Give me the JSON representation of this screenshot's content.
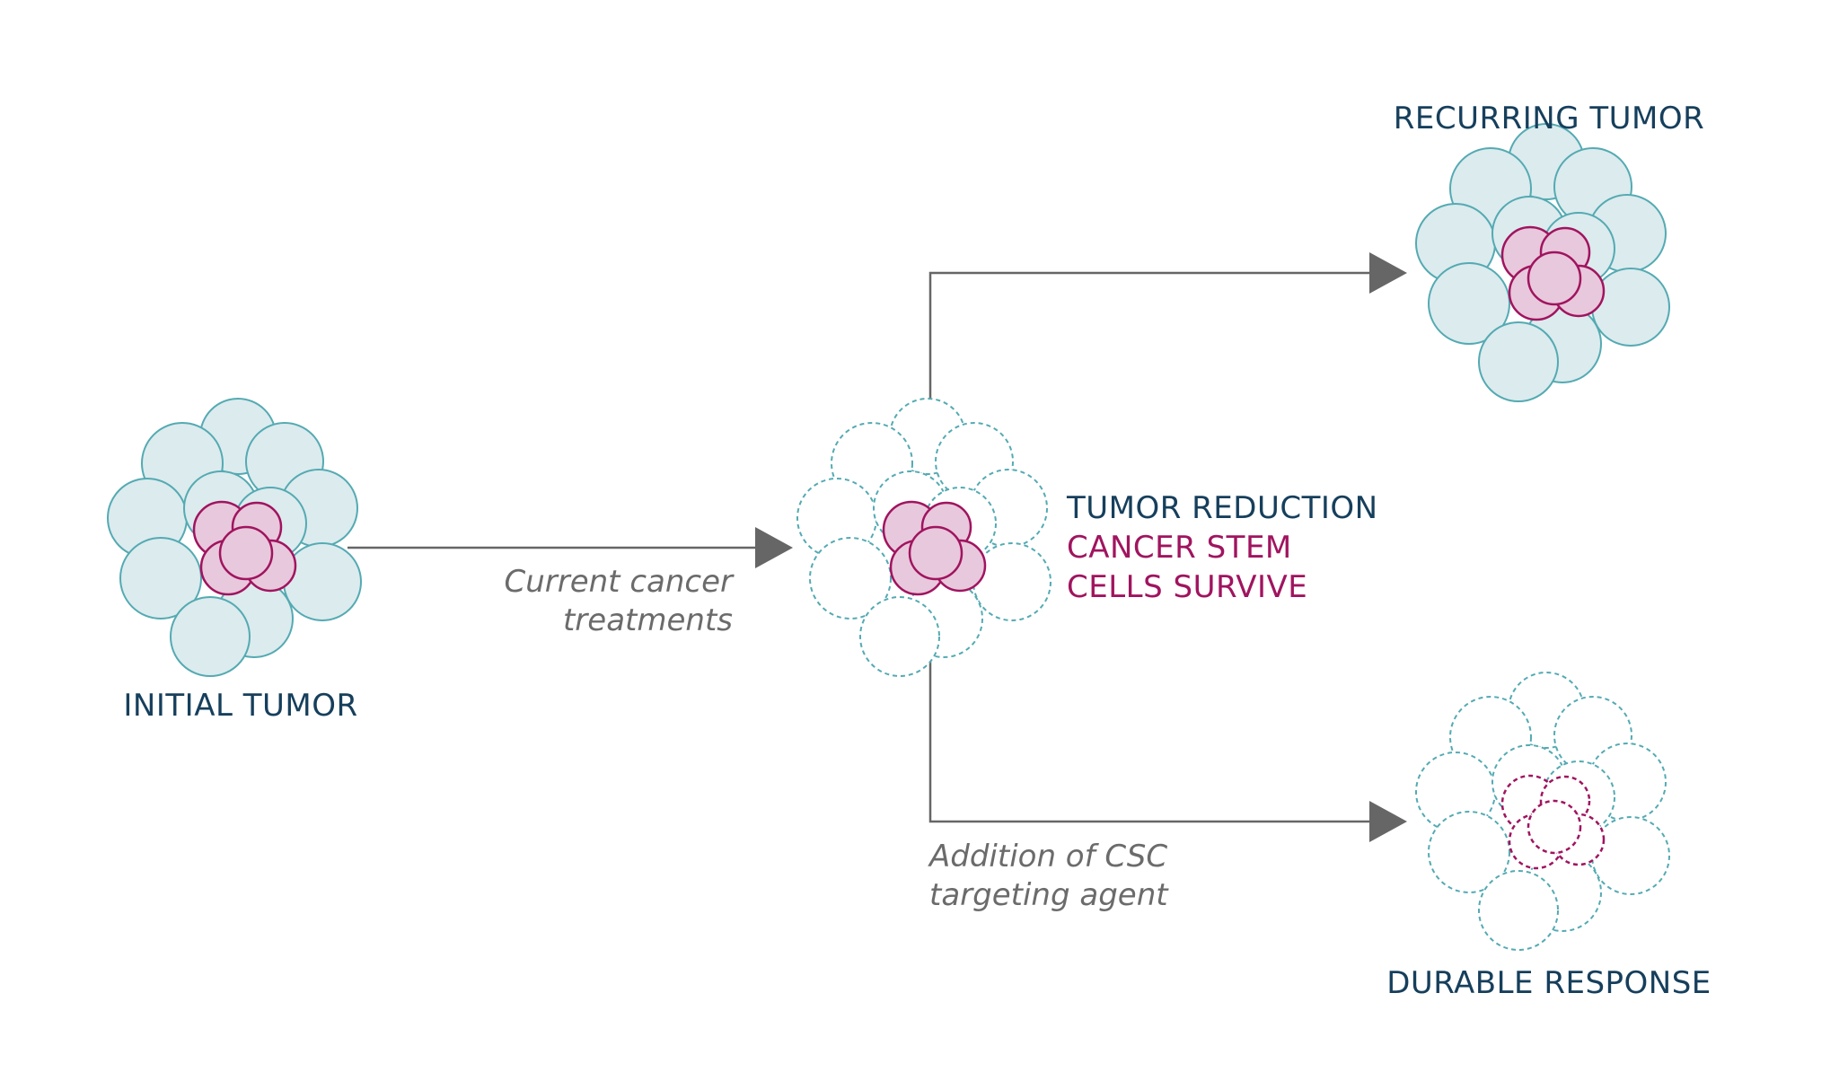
{
  "colors": {
    "navy": "#163f5c",
    "magenta": "#a0145f",
    "cell_fill": "#dcebee",
    "cell_stroke": "#54aab2",
    "stem_fill": "#e8c8dc",
    "stem_stroke": "#a0145f",
    "arrow": "#666666",
    "caption": "#6b6b6b"
  },
  "nodes": {
    "initial": {
      "label": "INITIAL TUMOR",
      "cells": "solid",
      "stem_cells": "solid"
    },
    "reduction": {
      "label_line1": "TUMOR REDUCTION",
      "label_line2": "CANCER STEM",
      "label_line3": "CELLS SURVIVE",
      "cells": "dashed",
      "stem_cells": "solid"
    },
    "recurring": {
      "label": "RECURRING TUMOR",
      "cells": "solid",
      "stem_cells": "solid"
    },
    "durable": {
      "label": "DURABLE RESPONSE",
      "cells": "dashed",
      "stem_cells": "dashed"
    }
  },
  "edges": {
    "treatment": {
      "line1": "Current cancer",
      "line2": "treatments"
    },
    "recur": {},
    "csc": {
      "line1": "Addition of CSC",
      "line2": "targeting agent"
    }
  }
}
